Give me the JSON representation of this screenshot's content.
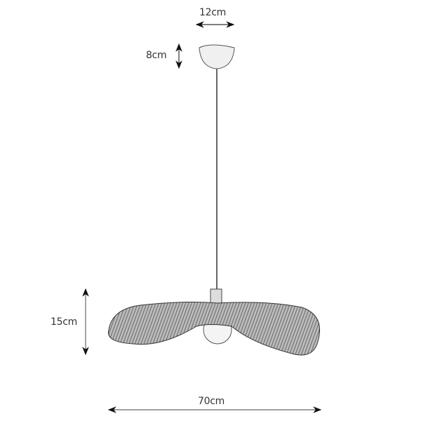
{
  "diagram": {
    "subject": "pendant lamp with wide woven shade",
    "dimensions": {
      "canopy_width": "12cm",
      "canopy_height": "8cm",
      "shade_height": "15cm",
      "shade_width": "70cm"
    }
  }
}
